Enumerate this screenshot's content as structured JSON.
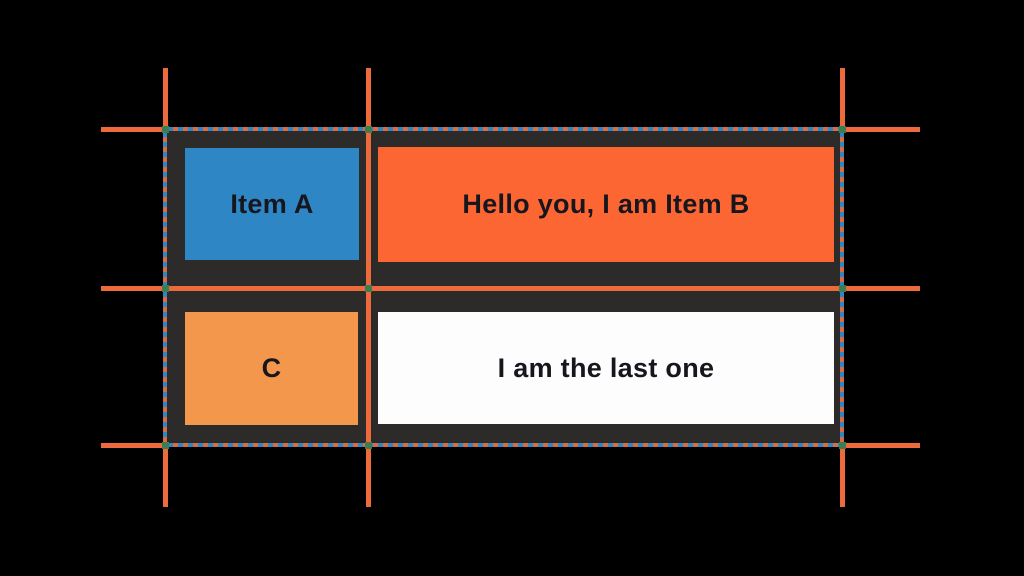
{
  "canvas": {
    "background": "#000000"
  },
  "grid_overlay": {
    "container_bg": "#2D2B2A",
    "line_color": "#ED6A3D",
    "border_dash_orange": "#D96B45",
    "border_dash_blue": "#2E86C4",
    "intersection_dot_color": "#3E7D52",
    "columns": 2,
    "rows": 2
  },
  "items": [
    {
      "id": "item-a",
      "label": "Item A",
      "bg": "#2E86C4",
      "text_color": "#17161D",
      "cell": "row 1, col 1"
    },
    {
      "id": "item-b",
      "label": "Hello you, I am Item B",
      "bg": "#FC6633",
      "text_color": "#17161D",
      "cell": "row 1, col 2"
    },
    {
      "id": "item-c",
      "label": "C",
      "bg": "#F2974C",
      "text_color": "#17161D",
      "cell": "row 2, col 1"
    },
    {
      "id": "item-last",
      "label": "I am the last one",
      "bg": "#FDFDFD",
      "text_color": "#17161D",
      "cell": "row 2, col 2"
    }
  ]
}
